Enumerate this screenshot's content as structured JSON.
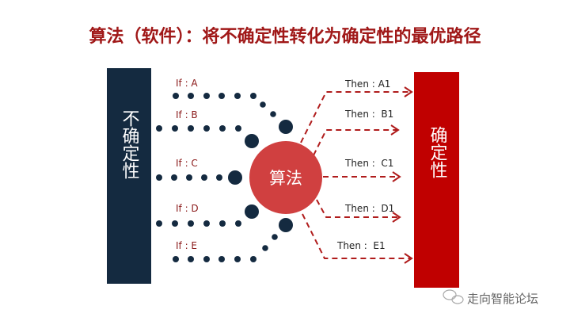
{
  "title": "算法（软件）：将不确定性转化为确定性的最优路径",
  "left_bar": {
    "label": "不确定性"
  },
  "right_bar": {
    "label": "确定性"
  },
  "center": {
    "label": "算法"
  },
  "inputs": [
    "If : A",
    "If : B",
    "If : C",
    "If : D",
    "If : E"
  ],
  "outputs": [
    "Then : A1",
    "Then :  B1",
    "Then :  C1",
    "Then :  D1",
    "Then :  E1"
  ],
  "watermark": {
    "text": "走向智能论坛",
    "icon": "wechat-icon"
  },
  "colors": {
    "title": "#a01818",
    "left_bar": "#142a40",
    "right_bar": "#c00000",
    "center": "#d04040",
    "arrows": "#b01c1c"
  }
}
